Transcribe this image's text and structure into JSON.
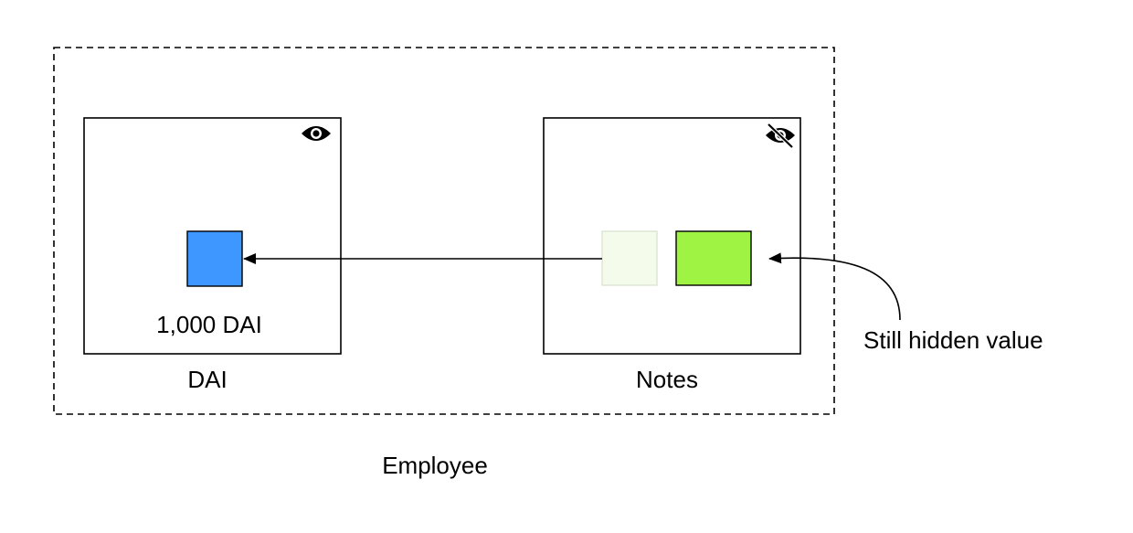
{
  "employee": {
    "label": "Employee"
  },
  "dai_panel": {
    "caption": "DAI",
    "token_amount": "1,000 DAI",
    "visibility_icon": "eye-icon",
    "token_color": "#3d97ff"
  },
  "notes_panel": {
    "caption": "Notes",
    "visibility_icon": "eye-off-icon",
    "faded_note_color": "#f4fbea",
    "hidden_note_color": "#9ef343"
  },
  "annotation": {
    "text": "Still hidden value"
  }
}
